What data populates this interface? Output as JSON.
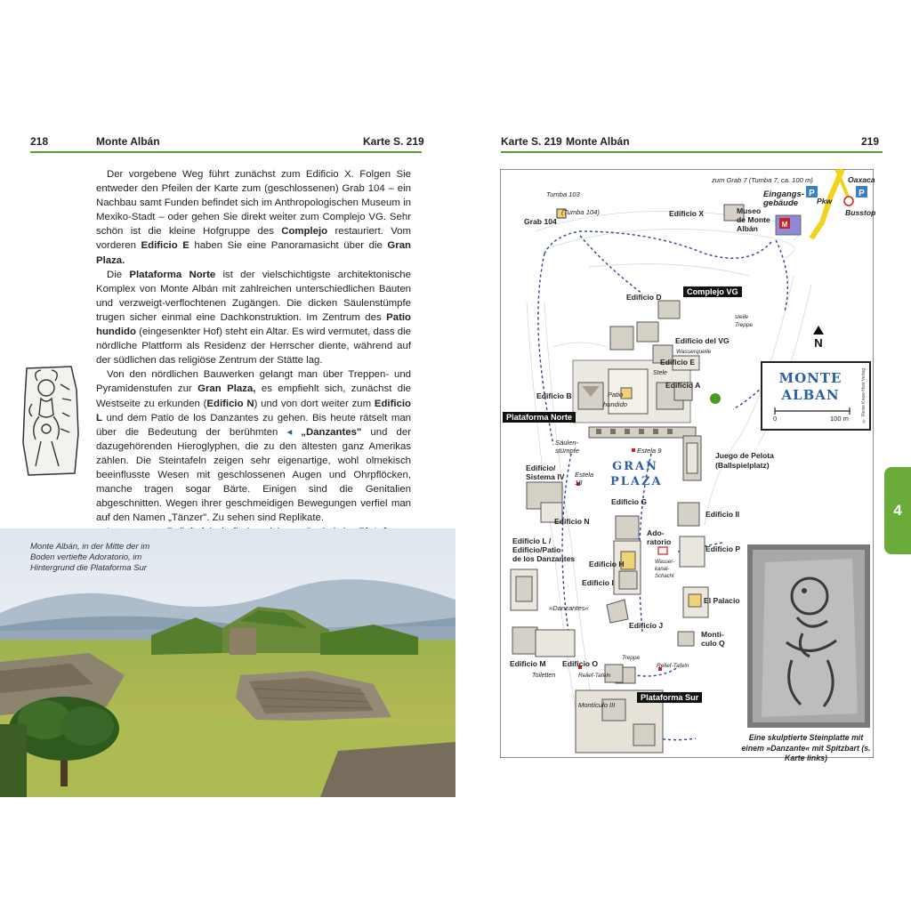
{
  "left_page": {
    "page_number": "218",
    "title": "Monte Albán",
    "map_ref": "Karte S. 219",
    "paragraphs": [
      "Der vorgebene Weg führt zunächst zum Edificio X. Folgen Sie entweder den Pfeilen der Karte zum (geschlossenen) Grab 104 – ein Nachbau samt Funden befindet sich im Anthropologischen Museum in Mexiko-Stadt – oder gehen Sie direkt weiter zum Complejo VG. Sehr schön ist die kleine Hofgruppe des Complejo restauriert. Vom vorderen Edificio E haben Sie eine Panoramasicht über die Gran Plaza.",
      "Die Plataforma Norte ist der vielschichtigste architektonische Komplex von Monte Albán mit zahlreichen unterschiedlichen Bauten und verzweigt-verflochtenen Zugängen. Die dicken Säulenstümpfe trugen sicher einmal eine Dachkonstruktion. Im Zentrum des Patio hundido (eingesenkter Hof) steht ein Altar. Es wird vermutet, dass die nördliche Plattform als Residenz der Herrscher diente, während auf der südlichen das religiöse Zentrum der Stätte lag.",
      "Von den nördlichen Bauwerken gelangt man über Treppen- und Pyramidenstufen zur Gran Plaza, es empfiehlt sich, zunächst die Westseite zu erkunden (Edificio N) und von dort weiter zum Edificio L und dem Patio de los Danzantes zu gehen. Bis heute rätselt man über die Bedeutung der berühmten ◂ „Danzantes\" und der dazugehörenden Hieroglyphen, die zu den ältesten ganz Amerikas zählen. Die Steintafeln zeigen sehr eigenartige, wohl olmekisch beeinflusste Wesen mit geschlossenen Augen und Ohrpflöcken, manche tragen sogar Bärte. Einigen sind die Genitalien abgeschnitten. Wegen ihrer geschmeidigen Bewegungen verfiel man auf den Namen „Tänzer\". Zu sehen sind Replikate.",
      "Interessante Relieftafeln befinden sich am Sockel der Plataforma Sur. Von oben hat man einen wunderbaren Panoramablick."
    ],
    "photo_caption": "Monte Albán, in der Mitte der im Boden vertiefte Adoratorio, im Hintergrund die Plataforma Sur"
  },
  "right_page": {
    "page_number": "219",
    "title": "Monte Albán",
    "map_ref": "Karte S. 219",
    "chapter_tab": "4",
    "photo_caption": "Eine skulptierte Steinplatte mit einem »Danzante« mit Spitzbart (s. Karte links)"
  },
  "map": {
    "title_line1": "MONTE",
    "title_line2": "ALBAN",
    "scale_start": "0",
    "scale_end": "100 m",
    "copyright": "© Reise Know-How Verlag",
    "gran_plaza_1": "GRAN",
    "gran_plaza_2": "PLAZA",
    "labels": {
      "tumba103": "Tumba 103",
      "grab104": "Grab 104",
      "tumba104": "(Tumba 104)",
      "edificio_x": "Edificio X",
      "museo": "Museo\nde Monte\nAlbán",
      "eingang": "Eingangs-\ngebäude",
      "grab7": "zum Grab 7 (Tumba 7, ca. 100 m)",
      "oaxaca": "Oaxaca",
      "pkw": "Pkw",
      "busstop": "Busstop",
      "parking": "P",
      "museum_mark": "M",
      "complejo_vg": "Complejo VG",
      "edificio_d": "Edificio D",
      "edificio_vg": "Edificio del VG",
      "wasserquelle": "Wasserquelle",
      "edificio_e": "Edificio E",
      "steile_treppe": "steile\nTreppe",
      "stele": "Stele",
      "edificio_b": "Edificio B",
      "edificio_a": "Edificio A",
      "patio_hundido": "Patio\nhundido",
      "plataforma_norte": "Plataforma Norte",
      "saeulen": "Säulen-\nstümpfe",
      "estela9": "Estela 9",
      "juego_pelota": "Juego de Pelota\n(Ballspielplatz)",
      "edificio_sistema": "Edificio/\nSistema IV",
      "estela18": "Estela\n18",
      "edificio_n": "Edificio N",
      "edificio_g": "Edificio G",
      "edificio_ii": "Edificio II",
      "adoratorio": "Ado-\nratorio",
      "edificio_p": "Edificio P",
      "edificio_l": "Edificio L /\nEdificio/Patio\nde los Danzantes",
      "edificio_h": "Edificio H",
      "wasserkanal": "Wasser-\nkanal-\nSchacht",
      "edificio_i": "Edificio I",
      "el_palacio": "El Palacio",
      "danzantes": "»Danzantes«",
      "edificio_j": "Edificio J",
      "monticulo_q": "Monti-\nculo Q",
      "edificio_m": "Edificio M",
      "edificio_o": "Edificio O",
      "treppe": "Treppe",
      "relief_left": "Relief-Tafeln",
      "relief_right": "Relief-Tafeln",
      "toiletten": "Toiletten",
      "plataforma_sur": "Plataforma Sur",
      "monticulo_iii": "Montículo III",
      "north": "N"
    }
  },
  "colors": {
    "accent_green": "#5a9e32",
    "map_blue": "#2a5fa8",
    "road_yellow": "#f2d21b"
  }
}
